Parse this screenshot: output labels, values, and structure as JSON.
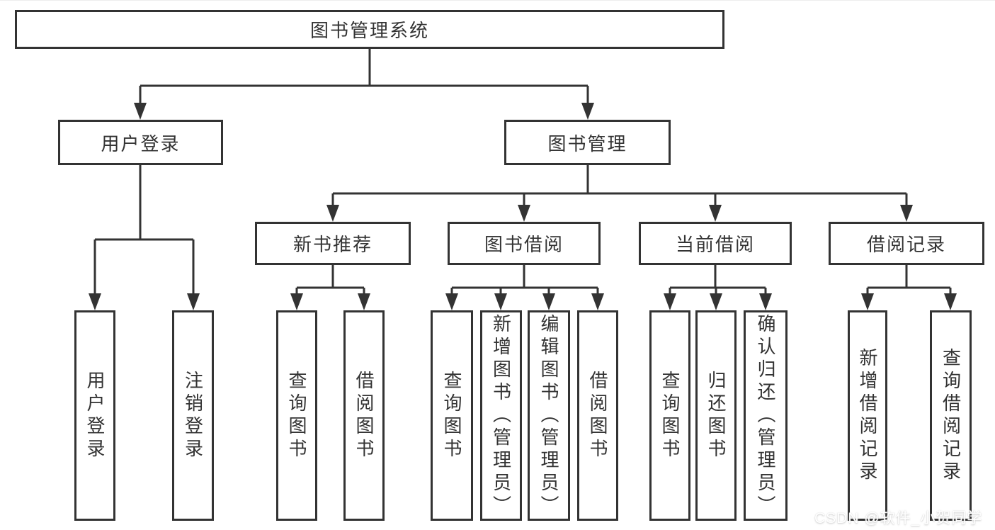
{
  "nodes": {
    "root": {
      "label": "图书管理系统"
    },
    "user_login": {
      "label": "用户登录"
    },
    "book_management": {
      "label": "图书管理"
    },
    "new_book_recommend": {
      "label": "新书推荐"
    },
    "book_borrow": {
      "label": "图书借阅"
    },
    "current_borrow": {
      "label": "当前借阅"
    },
    "borrow_records": {
      "label": "借阅记录"
    },
    "leaf_user_login": {
      "label": "用户登录"
    },
    "leaf_logout": {
      "label": "注销登录"
    },
    "leaf_recommend_query": {
      "label": "查询图书"
    },
    "leaf_recommend_borrow": {
      "label": "借阅图书"
    },
    "leaf_borrow_query": {
      "label": "查询图书"
    },
    "leaf_borrow_add": {
      "label": "新增图书（管理员）"
    },
    "leaf_borrow_edit": {
      "label": "编辑图书（管理员）"
    },
    "leaf_borrow_lend": {
      "label": "借阅图书"
    },
    "leaf_current_query": {
      "label": "查询图书"
    },
    "leaf_current_return": {
      "label": "归还图书"
    },
    "leaf_current_confirm": {
      "label": "确认归还（管理员）"
    },
    "leaf_records_add": {
      "label": "新增借阅记录"
    },
    "leaf_records_query": {
      "label": "查询借阅记录"
    }
  },
  "watermark": {
    "text": "CSDN @软件_小贺同学"
  },
  "colors": {
    "line": "#333333",
    "text": "#333333",
    "box_fill": "#ffffff",
    "background": "#ffffff",
    "watermark_text": "#ffffff"
  }
}
